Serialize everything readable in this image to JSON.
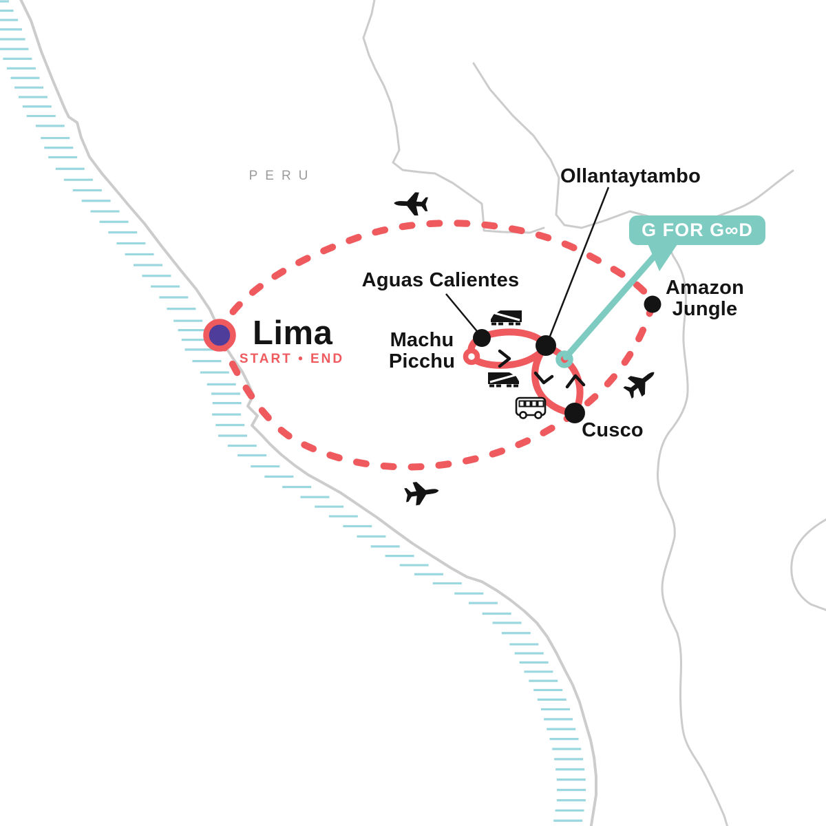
{
  "map": {
    "country_label": "PERU",
    "badge_label": "G FOR G∞D",
    "locations": {
      "lima": {
        "name": "Lima",
        "subtitle": "START • END"
      },
      "aguas_calientes": {
        "name": "Aguas Calientes"
      },
      "machu_picchu": {
        "line1": "Machu",
        "line2": "Picchu"
      },
      "ollantaytambo": {
        "name": "Ollantaytambo"
      },
      "cusco": {
        "name": "Cusco"
      },
      "amazon_jungle": {
        "line1": "Amazon",
        "line2": "Jungle"
      }
    },
    "icons": [
      "airplane",
      "train",
      "bus"
    ],
    "colors": {
      "route_red": "#ee5a5e",
      "marker_purple": "#4e3d9b",
      "badge_teal": "#7dcbc1",
      "coast_hatch": "#9ad7df",
      "border_gray": "#cccccc",
      "country_label_gray": "#9b9b9b",
      "icon_black": "#141414"
    }
  }
}
